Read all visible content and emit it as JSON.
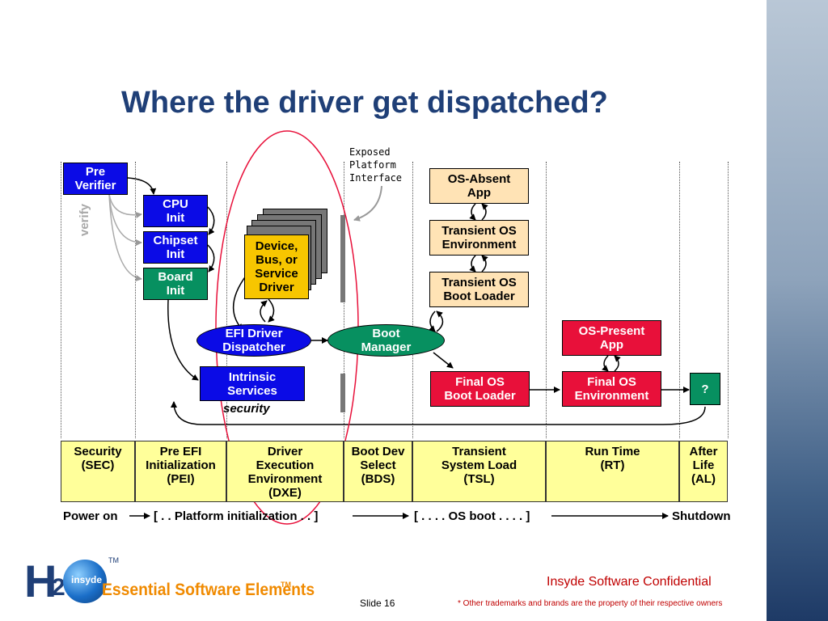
{
  "title": "Where the driver get dispatched?",
  "annotation": "Exposed\nPlatform\nInterface",
  "verify_label": "verify",
  "security_label": "security",
  "boxes": {
    "pre_verifier": "Pre\nVerifier",
    "cpu_init": "CPU\nInit",
    "chipset_init": "Chipset\nInit",
    "board_init": "Board\nInit",
    "device_driver": "Device,\nBus, or\nService\nDriver",
    "efi_dispatcher": "EFI Driver\nDispatcher",
    "intrinsic_services": "Intrinsic\nServices",
    "boot_manager": "Boot\nManager",
    "os_absent_app": "OS-Absent\nApp",
    "transient_os_env": "Transient OS\nEnvironment",
    "transient_os_loader": "Transient OS\nBoot Loader",
    "final_os_loader": "Final OS\nBoot Loader",
    "os_present_app": "OS-Present\nApp",
    "final_os_env": "Final OS\nEnvironment",
    "unknown": "?"
  },
  "phases": [
    "Security\n(SEC)",
    "Pre EFI\nInitialization\n(PEI)",
    "Driver\nExecution\nEnvironment\n(DXE)",
    "Boot Dev\nSelect\n(BDS)",
    "Transient\nSystem Load\n(TSL)",
    "Run Time\n(RT)",
    "After\nLife\n(AL)"
  ],
  "progress": {
    "power_on": "Power on",
    "platform_init": "[ . . Platform initialization . . ]",
    "os_boot": "[ . . . . OS boot . . . . ]",
    "shutdown": "Shutdown"
  },
  "footer": {
    "logo_text": "Essential Software Elements",
    "logo_tm": "TM",
    "logo_badge": "insyde",
    "logo_h": "H",
    "logo_2": "2",
    "confidential": "Insyde Software Confidential",
    "slide_label": "Slide 16",
    "trademark_note": "* Other trademarks and brands are the property of their respective owners"
  },
  "colors": {
    "title": "#1f3f77",
    "box_blue": "#0b0be6",
    "box_green": "#079060",
    "box_tan": "#ffe3b5",
    "box_red": "#e8103a",
    "box_yellow": "#f7c600",
    "phase_bg": "#ffff9a",
    "highlight_ellipse": "#e8103a",
    "footer_red": "#c00000"
  }
}
